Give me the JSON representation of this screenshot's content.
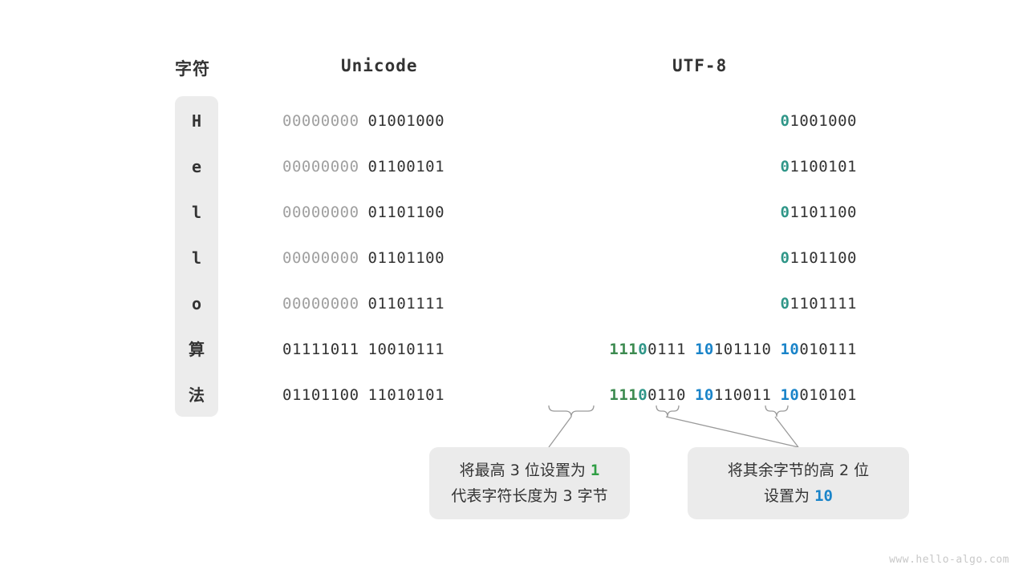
{
  "headers": {
    "char": "字符",
    "unicode": "Unicode",
    "utf8": "UTF-8"
  },
  "rows": [
    {
      "char": "H",
      "unicode_high": "00000000",
      "unicode_low": "01001000",
      "utf8_kind": "ascii",
      "utf8_lead": "0",
      "utf8_rest": "1001000"
    },
    {
      "char": "e",
      "unicode_high": "00000000",
      "unicode_low": "01100101",
      "utf8_kind": "ascii",
      "utf8_lead": "0",
      "utf8_rest": "1100101"
    },
    {
      "char": "l",
      "unicode_high": "00000000",
      "unicode_low": "01101100",
      "utf8_kind": "ascii",
      "utf8_lead": "0",
      "utf8_rest": "1101100"
    },
    {
      "char": "l",
      "unicode_high": "00000000",
      "unicode_low": "01101100",
      "utf8_kind": "ascii",
      "utf8_lead": "0",
      "utf8_rest": "1101100"
    },
    {
      "char": "o",
      "unicode_high": "00000000",
      "unicode_low": "01101111",
      "utf8_kind": "ascii",
      "utf8_lead": "0",
      "utf8_rest": "1101111"
    },
    {
      "char": "算",
      "unicode_high": "01111011",
      "unicode_low": "10010111",
      "utf8_kind": "multibyte",
      "utf8_b1_green": "111",
      "utf8_b1_teal": "0",
      "utf8_b1_rest": "0111",
      "utf8_b2_blue": "10",
      "utf8_b2_rest": "101110",
      "utf8_b3_blue": "10",
      "utf8_b3_rest": "010111"
    },
    {
      "char": "法",
      "unicode_high": "01101100",
      "unicode_low": "11010101",
      "utf8_kind": "multibyte",
      "utf8_b1_green": "111",
      "utf8_b1_teal": "0",
      "utf8_b1_rest": "0110",
      "utf8_b2_blue": "10",
      "utf8_b2_rest": "110011",
      "utf8_b3_blue": "10",
      "utf8_b3_rest": "010101"
    }
  ],
  "callouts": {
    "left": {
      "line1_a": "将最高 3 位设置为 ",
      "line1_hl": "1",
      "line2": "代表字符长度为 3 字节"
    },
    "right": {
      "line1": "将其余字节的高 2 位",
      "line2_a": "设置为 ",
      "line2_hl": "10"
    }
  },
  "watermark": "www.hello-algo.com",
  "colors": {
    "green": "#3d8b50",
    "teal": "#2f9688",
    "blue": "#1a84c9",
    "dim": "#a0a0a0",
    "dark": "#333333",
    "pill_bg": "#ececec",
    "callout_bg": "#ebebeb",
    "connector": "#9a9a9a"
  }
}
